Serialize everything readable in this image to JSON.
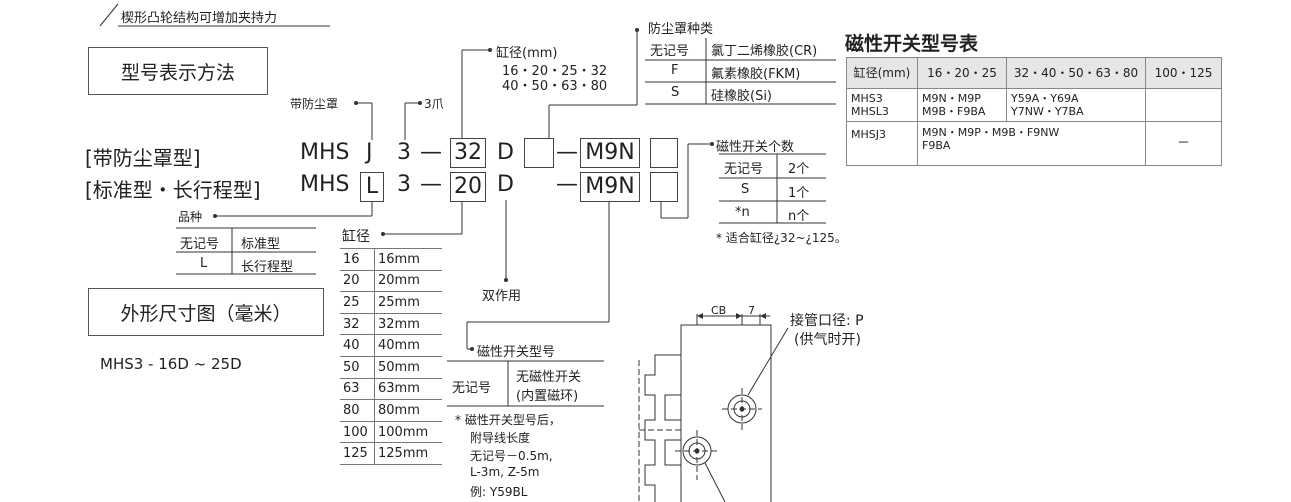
{
  "header_note": "楔形凸轮结构可增加夹持力",
  "section_model_code": "型号表示方法",
  "section_dimensions": "外形尺寸图（毫米）",
  "dim_model": "MHS3 - 16D ~ 25D",
  "row1_label": "[带防尘罩型]",
  "row2_label": "[标准型・长行程型]",
  "code": {
    "series": "MHS",
    "row1_variant": "J",
    "row2_variant": "L",
    "jaws": "3",
    "row1_bore": "32",
    "row2_bore": "20",
    "action": "D",
    "dash": "—",
    "switch": "M9N"
  },
  "callouts": {
    "dust_cover": "带防尘罩",
    "three_jaw": "3爪",
    "bore_mm": "缸径(mm)",
    "bore_line1": "16・20・25・32",
    "bore_line2": "40・50・63・80",
    "dust_material_title": "防尘罩种类",
    "variety": "品种",
    "bore_title": "缸径",
    "double_acting": "双作用",
    "switch_model_title": "磁性开关型号",
    "switch_count_title": "磁性开关个数",
    "switch_count_note": "* 适合缸径¿32~¿125。"
  },
  "dust_materials": [
    {
      "code": "无记号",
      "material": "氯丁二烯橡胶(CR)"
    },
    {
      "code": "F",
      "material": "氟素橡胶(FKM)"
    },
    {
      "code": "S",
      "material": "硅橡胶(Si)"
    }
  ],
  "varieties": [
    {
      "code": "无记号",
      "name": "标准型"
    },
    {
      "code": "L",
      "name": "长行程型"
    }
  ],
  "bore_sizes": [
    {
      "code": "16",
      "size": "16mm"
    },
    {
      "code": "20",
      "size": "20mm"
    },
    {
      "code": "25",
      "size": "25mm"
    },
    {
      "code": "32",
      "size": "32mm"
    },
    {
      "code": "40",
      "size": "40mm"
    },
    {
      "code": "50",
      "size": "50mm"
    },
    {
      "code": "63",
      "size": "63mm"
    },
    {
      "code": "80",
      "size": "80mm"
    },
    {
      "code": "100",
      "size": "100mm"
    },
    {
      "code": "125",
      "size": "125mm"
    }
  ],
  "switch_counts": [
    {
      "code": "无记号",
      "count": "2个"
    },
    {
      "code": "S",
      "count": "1个"
    },
    {
      "code": "*n",
      "count": "n个"
    }
  ],
  "switch_model_table": {
    "code": "无记号",
    "desc_line1": "无磁性开关",
    "desc_line2": "(内置磁环)"
  },
  "switch_model_note": {
    "line1": "* 磁性开关型号后，",
    "line2": "附导线长度",
    "line3": "无记号－0.5m,",
    "line4": "L-3m, Z-5m",
    "line5": "例: Y59BL"
  },
  "mag_table": {
    "title": "磁性开关型号表",
    "headers": [
      "缸径(mm)",
      "16・20・25",
      "32・40・50・63・80",
      "100・125"
    ],
    "row1_model": "MHS3",
    "row1_model2": "MHSL3",
    "row1_c1_l1": "M9N・M9P",
    "row1_c1_l2": "M9B・F9BA",
    "row1_c2_l1": "Y59A・Y69A",
    "row1_c2_l2": "Y7NW・Y7BA",
    "row1_c3": "",
    "row2_model": "MHSJ3",
    "row2_c1_l1": "M9N・M9P・M9B・F9NW",
    "row2_c1_l2": "F9BA",
    "row2_c3": "－"
  },
  "drawing": {
    "cb": "CB",
    "seven": "7",
    "port_label": "接管口径: P",
    "port_sub": "(供气时开)"
  }
}
